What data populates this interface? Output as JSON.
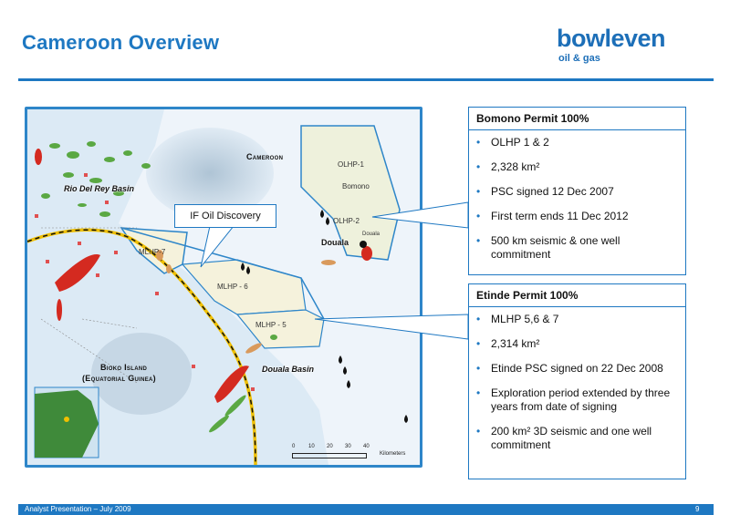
{
  "slide": {
    "title": "Cameroon Overview",
    "logo": {
      "brand": "bowleven",
      "tagline": "oil & gas"
    },
    "footer": "Analyst Presentation – July 2009",
    "page_number": "9"
  },
  "map": {
    "labels": {
      "country": "Cameroon",
      "rio_del_rey": "Rio Del Rey Basin",
      "bioko_1": "Bioko Island",
      "bioko_2": "(Equatorial Guinea)",
      "douala_basin": "Douala Basin",
      "douala_city": "Douala",
      "douala_small": "Douala",
      "olhp1": "OLHP-1",
      "bomono": "Bomono",
      "olhp2": "OLHP-2",
      "mlhp7": "MLHP-7",
      "mlhp6": "MLHP - 6",
      "mlhp5": "MLHP - 5"
    },
    "scale": {
      "ticks": [
        "0",
        "10",
        "20",
        "30",
        "40"
      ],
      "unit": "Kilometers"
    },
    "callout": "IF Oil Discovery",
    "colors": {
      "frame": "#2e86c9",
      "permit_fill": "#f5f2dc",
      "sea": "#dceaf5",
      "land": "#ffffff",
      "oil": "#d42a20",
      "gas": "#5aa843",
      "boundary": "#f0c000"
    }
  },
  "bomono": {
    "title": "Bomono Permit 100%",
    "items": [
      "OLHP 1 & 2",
      "2,328 km²",
      "PSC signed 12 Dec 2007",
      "First term ends 11 Dec 2012",
      "500 km seismic & one well commitment"
    ]
  },
  "etinde": {
    "title": "Etinde Permit 100%",
    "items": [
      "MLHP 5,6 & 7",
      "2,314 km²",
      "Etinde PSC signed on 22 Dec 2008",
      "Exploration period extended by three years from date of signing",
      "200 km² 3D seismic and one well commitment"
    ]
  }
}
